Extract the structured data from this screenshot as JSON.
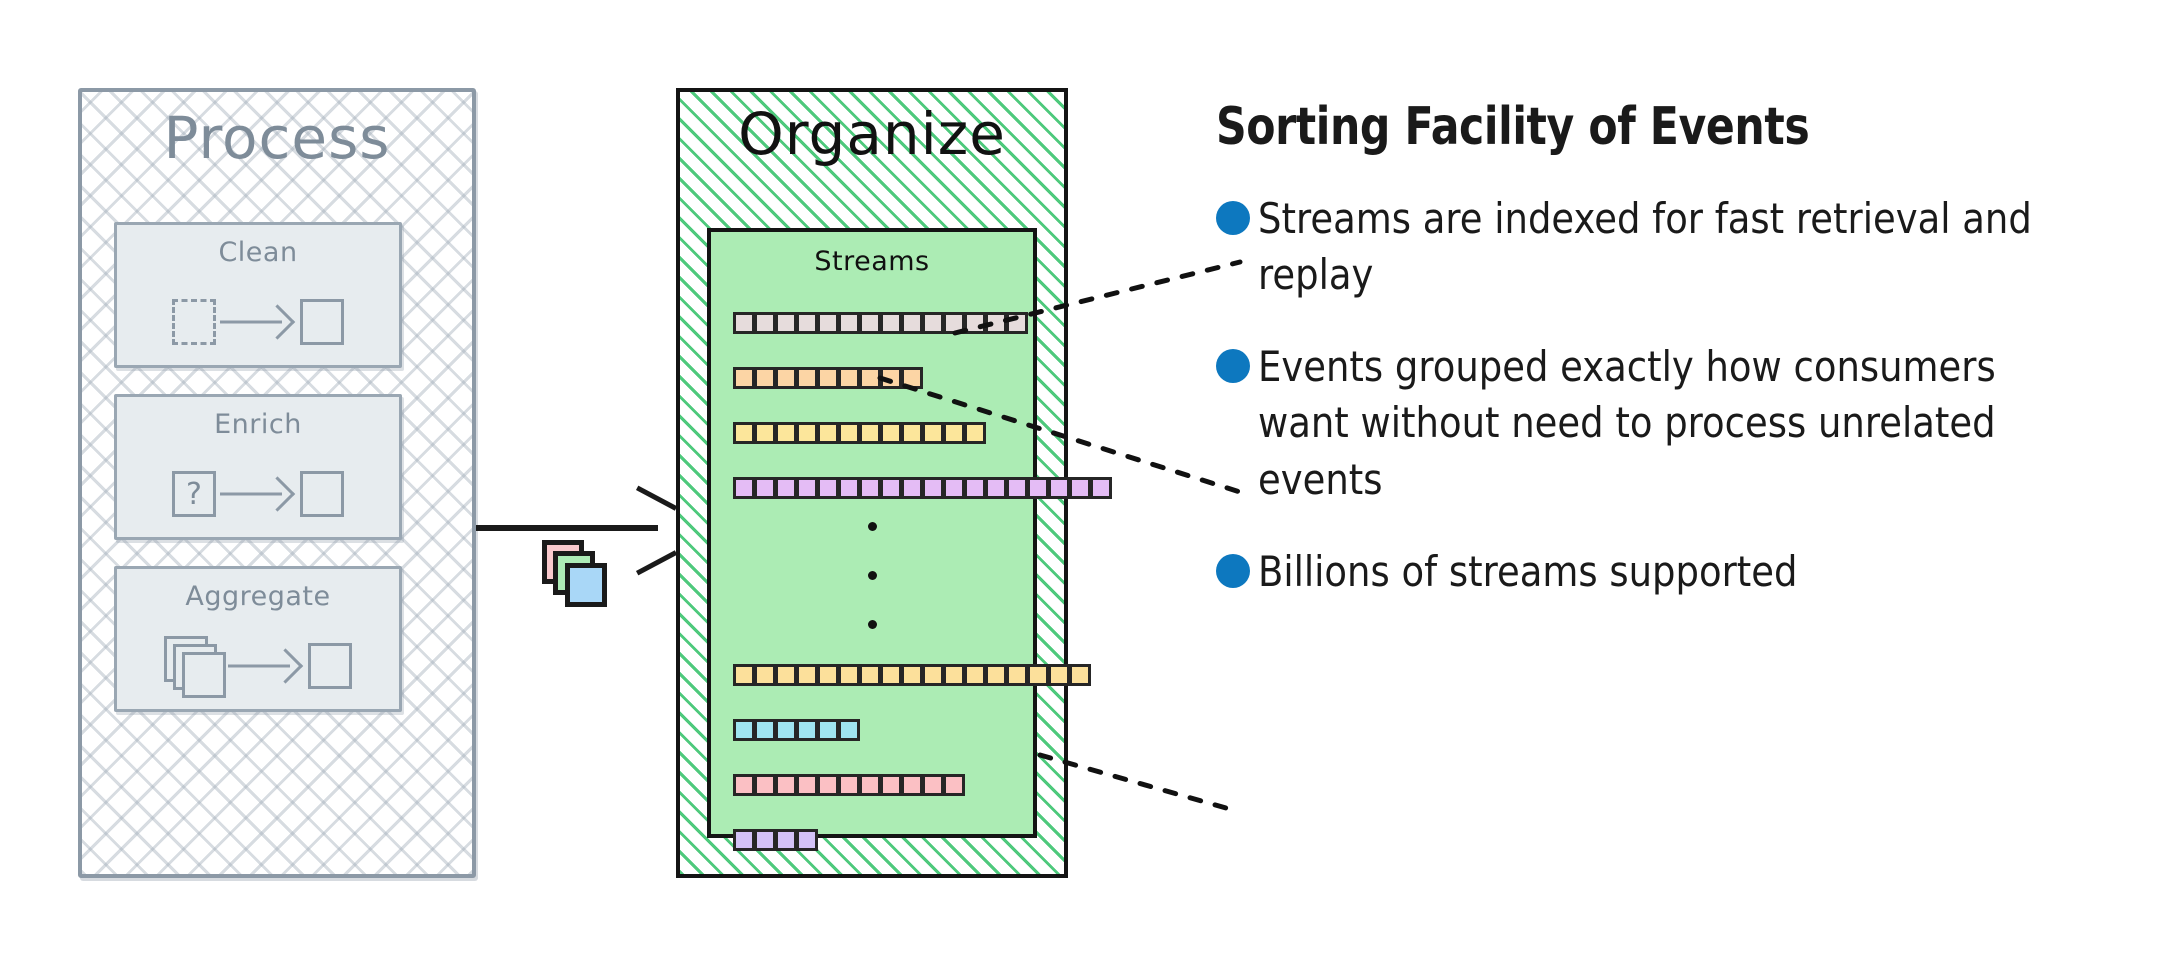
{
  "process_panel": {
    "title": "Process",
    "cards": [
      {
        "label": "Clean",
        "glyph": "dashed-square-to-square"
      },
      {
        "label": "Enrich",
        "glyph": "question-square-to-square"
      },
      {
        "label": "Aggregate",
        "glyph": "stacked-squares-to-square"
      }
    ],
    "question_mark": "?",
    "border_color": "#8c99a6",
    "card_fill": "#e7ecef"
  },
  "flow": {
    "arrow_name": "process-to-organize-arrow",
    "event_stack_colors": [
      "#f9c9cd",
      "#adebb6",
      "#a9d7f7"
    ]
  },
  "organize_panel": {
    "title": "Organize",
    "hatch_color": "#4ec97c",
    "streams_box": {
      "label": "Streams",
      "fill": "#acecb4",
      "ellipsis_dots": 3,
      "rows": [
        {
          "name": "stream-row-1",
          "segments": 14,
          "color": "#e6dcdc"
        },
        {
          "name": "stream-row-2",
          "segments": 9,
          "color": "#fcd5a5"
        },
        {
          "name": "stream-row-3",
          "segments": 12,
          "color": "#fce69b"
        },
        {
          "name": "stream-row-4",
          "segments": 18,
          "color": "#e4bcf5"
        },
        {
          "name": "stream-row-5",
          "segments": 17,
          "color": "#fce09b"
        },
        {
          "name": "stream-row-6",
          "segments": 6,
          "color": "#9fe4f0"
        },
        {
          "name": "stream-row-7",
          "segments": 11,
          "color": "#fbc0c4"
        },
        {
          "name": "stream-row-8",
          "segments": 4,
          "color": "#d3c2f7"
        }
      ]
    }
  },
  "text_panel": {
    "headline": "Sorting Facility of Events",
    "bullet_color": "#0d78bf",
    "bullets": [
      "Streams are indexed for fast retrieval and replay",
      "Events grouped exactly how consumers want without need to process unrelated events",
      "Billions of streams supported"
    ]
  }
}
